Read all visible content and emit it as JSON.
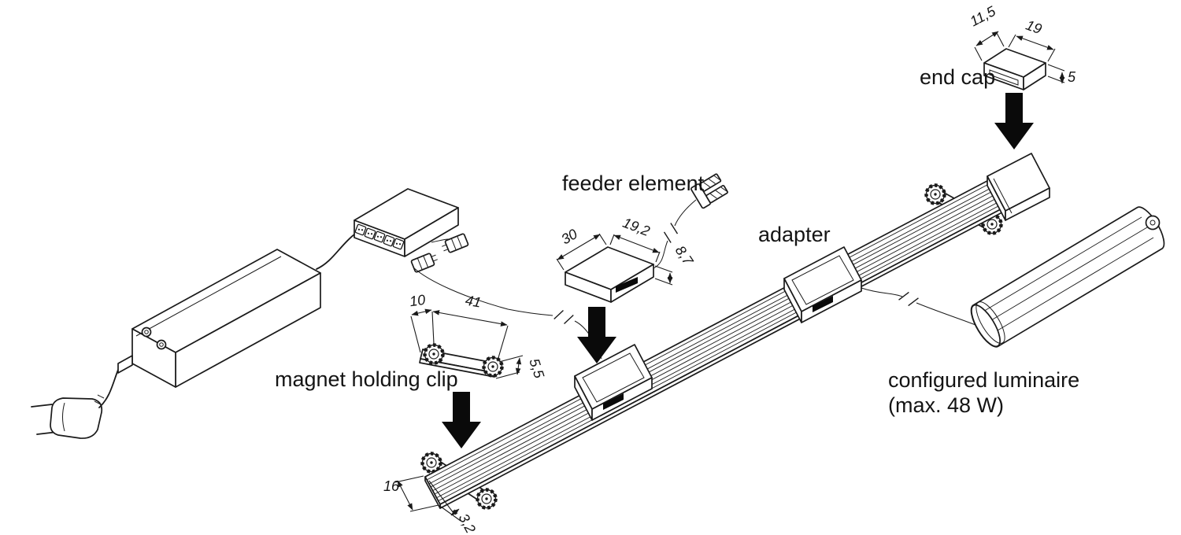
{
  "diagram": {
    "background": "#ffffff",
    "line_color": "#1a1a1a",
    "arrow_color": "#000000",
    "labels": {
      "feeder_element": "feeder element",
      "adapter": "adapter",
      "end_cap": "end cap",
      "magnet_holding_clip": "magnet holding clip",
      "luminaire_line1": "configured luminaire",
      "luminaire_line2": "(max. 48 W)"
    },
    "dimensions": {
      "feeder_width": "30",
      "feeder_depth": "19,2",
      "feeder_height": "8,7",
      "clip_magnet_offset": "10",
      "clip_length": "41",
      "clip_height": "5,5",
      "track_width": "16",
      "track_thickness": "3,2",
      "endcap_width": "11,5",
      "endcap_length": "19",
      "endcap_height": "5"
    }
  }
}
